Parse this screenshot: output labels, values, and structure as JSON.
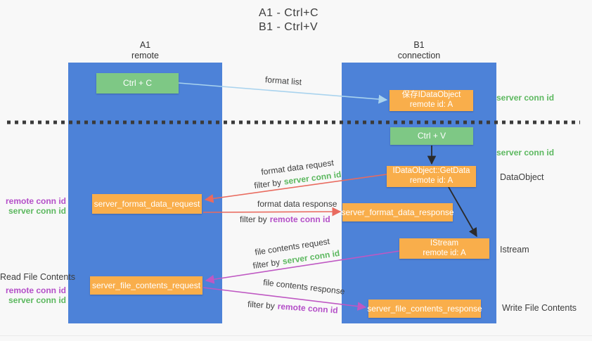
{
  "title": {
    "line1": "A1 - Ctrl+C",
    "line2": "B1 - Ctrl+V"
  },
  "columns": {
    "left": {
      "name": "A1",
      "subtitle": "remote"
    },
    "right": {
      "name": "B1",
      "subtitle": "connection"
    }
  },
  "boxes": {
    "ctrl_c": "Ctrl + C",
    "ctrl_v": "Ctrl + V",
    "save_dataobject": {
      "line1": "保存IDataObject",
      "line2": "remote id: A"
    },
    "getdata": {
      "line1": "IDataObject::GetData",
      "line2": "remote id: A"
    },
    "istream": {
      "line1": "IStream",
      "line2": "remote id: A"
    },
    "format_request": "server_format_data_request",
    "format_response": "server_format_data_response",
    "file_request": "server_file_contents_request",
    "file_response": "server_file_contents_response"
  },
  "flow_labels": {
    "format_list": "format list",
    "format_data_request": "format data request",
    "format_data_response": "format data response",
    "file_contents_request": "file contents request",
    "file_contents_response": "file contents response",
    "filter_by": "filter by",
    "server_conn_id": "server conn id",
    "remote_conn_id": "remote conn id"
  },
  "side_labels": {
    "server_conn_id": "server conn id",
    "remote_conn_id": "remote conn id",
    "read_file_contents": "Read File Contents",
    "write_file_contents": "Write File Contents",
    "dataobject": "DataObject",
    "istream": "Istream"
  },
  "colors": {
    "column_blue": "#4d82d8",
    "box_green": "#7ec885",
    "box_orange": "#f9ae4b",
    "arrow_light_blue": "#a9d3ee",
    "arrow_red": "#e96b5f",
    "arrow_magenta": "#bf58c3",
    "arrow_black": "#2b2b2b",
    "text_green": "#5cb85f",
    "text_purple": "#b44fc8"
  }
}
